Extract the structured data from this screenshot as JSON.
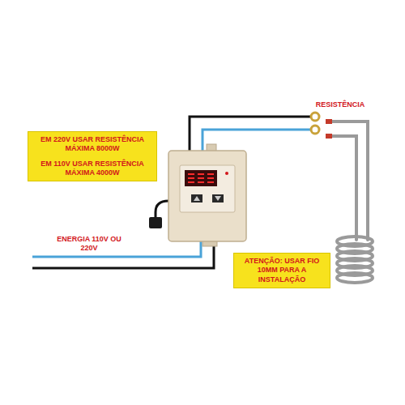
{
  "diagram": {
    "nodes": [
      {
        "text": [
          "EM 220V USAR RESISTÊNCIA MÁXIMA 8000W",
          "EM 110V USAR RESISTÊNCIA MÁXIMA 4000W"
        ]
      },
      {
        "text": [
          "ATENÇÃO: USAR FIO 10MM PARA A INSTALAÇÃO"
        ]
      }
    ],
    "labels": [
      "RESISTÊNCIA",
      "ENERGIA 110V OU 220V"
    ]
  }
}
